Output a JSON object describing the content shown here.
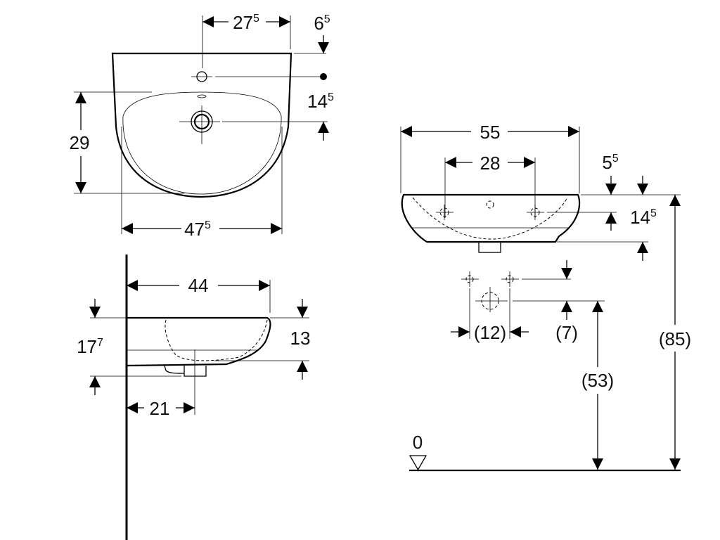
{
  "title": "Washbasin dimension drawing",
  "line_color": "#000000",
  "top_view": {
    "tap_spacing": {
      "main": "27",
      "sup": "5"
    },
    "tap_offset": {
      "main": "6",
      "sup": "5"
    },
    "tap_to_waste": {
      "main": "14",
      "sup": "5"
    },
    "depth": {
      "main": "29"
    },
    "width": {
      "main": "47",
      "sup": "5"
    }
  },
  "side_view": {
    "projection": {
      "main": "44"
    },
    "total_height": {
      "main": "17",
      "sup": "7"
    },
    "rim_height": {
      "main": "13"
    },
    "waste_distance": {
      "main": "21"
    }
  },
  "front_view": {
    "width": {
      "main": "55"
    },
    "tap_centers": {
      "main": "28"
    },
    "rim_to_tap": {
      "main": "5",
      "sup": "5"
    },
    "tap_to_bottom": {
      "main": "14",
      "sup": "5"
    },
    "supply_spacing": {
      "main": "(12)"
    },
    "supply_offset": {
      "main": "(7)"
    },
    "waste_height": {
      "main": "(53)"
    },
    "rim_height": {
      "main": "(85)"
    },
    "floor_level": {
      "main": "0"
    }
  }
}
